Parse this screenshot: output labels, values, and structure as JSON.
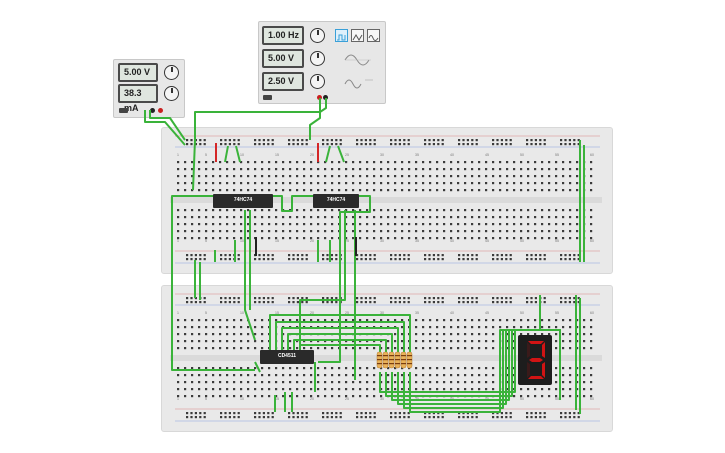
{
  "power_supply": {
    "voltage_display": "5.00 V",
    "current_display": "38.3 mA"
  },
  "function_generator": {
    "frequency_display": "1.00 Hz",
    "amplitude_display": "5.00 V",
    "offset_display": "2.50 V",
    "waveforms": [
      "square",
      "triangle",
      "sine"
    ],
    "selected_waveform": "square"
  },
  "chips": {
    "flipflop_1": "74HC74",
    "flipflop_2": "74HC74",
    "decoder": "CD4511"
  },
  "breadboard_column_labels": [
    "1",
    "5",
    "10",
    "15",
    "20",
    "25",
    "30",
    "35",
    "40",
    "45",
    "50",
    "55",
    "60"
  ],
  "seven_segment": {
    "digit": "3",
    "color": "#d11414"
  },
  "colors": {
    "wire": "#3ab33a",
    "wire_red": "#d42626",
    "board": "#e9e9e9",
    "resistor": "#e8b25a"
  }
}
